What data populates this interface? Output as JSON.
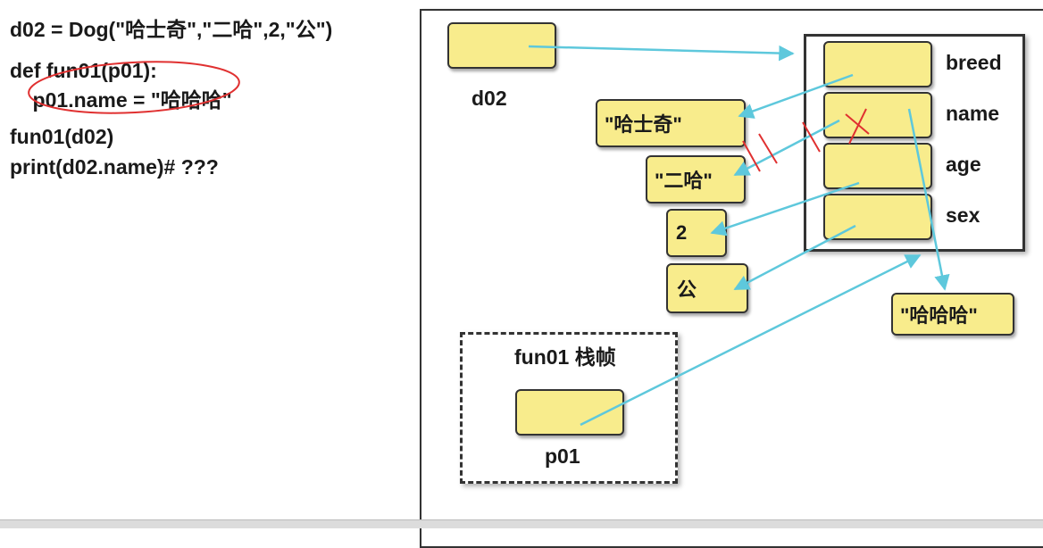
{
  "code": {
    "line1": "d02 = Dog(\"哈士奇\",\"二哈\",2,\"公\")",
    "line2": "def fun01(p01):",
    "line3": "    p01.name = \"哈哈哈\"",
    "line4": "fun01(d02)",
    "line5": "print(d02.name)# ???"
  },
  "diagram": {
    "var_d02": "d02",
    "fields": [
      "breed",
      "name",
      "age",
      "sex"
    ],
    "values": [
      "\"哈士奇\"",
      "\"二哈\"",
      "2",
      "公"
    ],
    "new_value": "\"哈哈哈\"",
    "stack_frame_title": "fun01 栈帧",
    "param_p01": "p01"
  },
  "colors": {
    "box_fill": "#f8ec8c",
    "arrow": "#5ec8dc",
    "annotation": "#e03030"
  }
}
